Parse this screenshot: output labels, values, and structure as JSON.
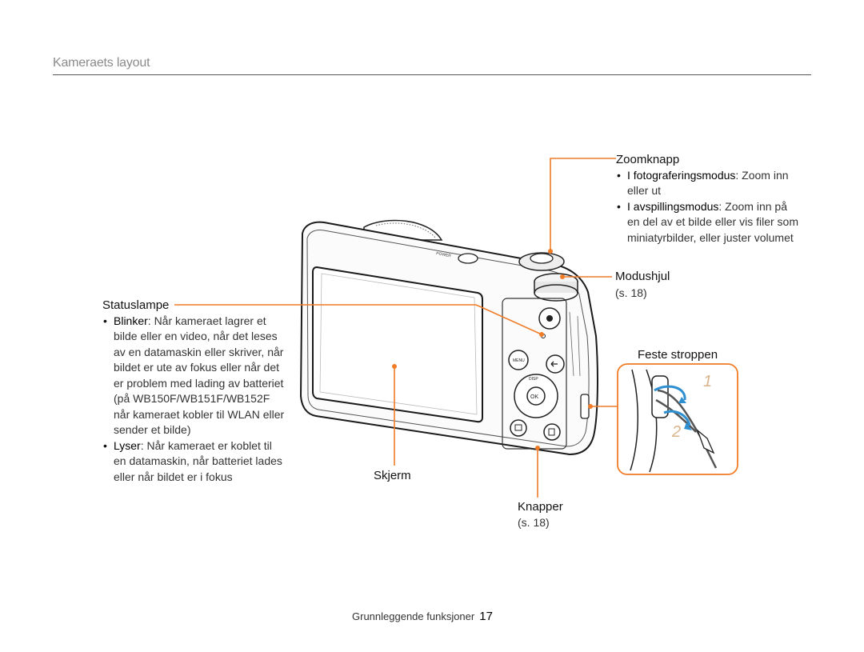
{
  "section_title": "Kameraets layout",
  "zoom": {
    "heading": "Zoomknapp",
    "items": [
      {
        "term": "I fotograferingsmodus",
        "lines": [
          ": Zoom inn",
          "eller ut"
        ]
      },
      {
        "term": "I avspillingsmodus",
        "lines": [
          ": Zoom inn på",
          "en del av et bilde eller vis filer som",
          "miniatyrbilder, eller juster volumet"
        ]
      }
    ]
  },
  "mode_dial": {
    "heading": "Modushjul",
    "ref": "(s. 18)"
  },
  "status_lamp": {
    "heading": "Statuslampe",
    "items": [
      {
        "term": "Blinker",
        "lines": [
          ": Når kameraet lagrer et",
          "bilde eller en video, når det leses",
          "av en datamaskin eller skriver, når",
          "bildet er ute av fokus eller når det",
          "er problem med lading av batteriet",
          "(på WB150F/WB151F/WB152F",
          "når kameraet kobler til WLAN eller",
          "sender et bilde)"
        ]
      },
      {
        "term": "Lyser",
        "lines": [
          ": Når kameraet er koblet til",
          "en datamaskin, når batteriet lades",
          "eller når bildet er i fokus"
        ]
      }
    ]
  },
  "strap": {
    "heading": "Feste stroppen",
    "step1": "1",
    "step2": "2"
  },
  "screen": {
    "label": "Skjerm"
  },
  "buttons": {
    "label": "Knapper",
    "ref": "(s. 18)"
  },
  "camera": {
    "power_label": "POWER",
    "menu_label": "MENU",
    "disp_label": "DISP",
    "ok_label": "OK"
  },
  "footer": {
    "text": "Grunnleggende funksjoner",
    "page": "17"
  },
  "colors": {
    "accent": "#f07c28",
    "strap_arrow": "#2e8fd1"
  }
}
